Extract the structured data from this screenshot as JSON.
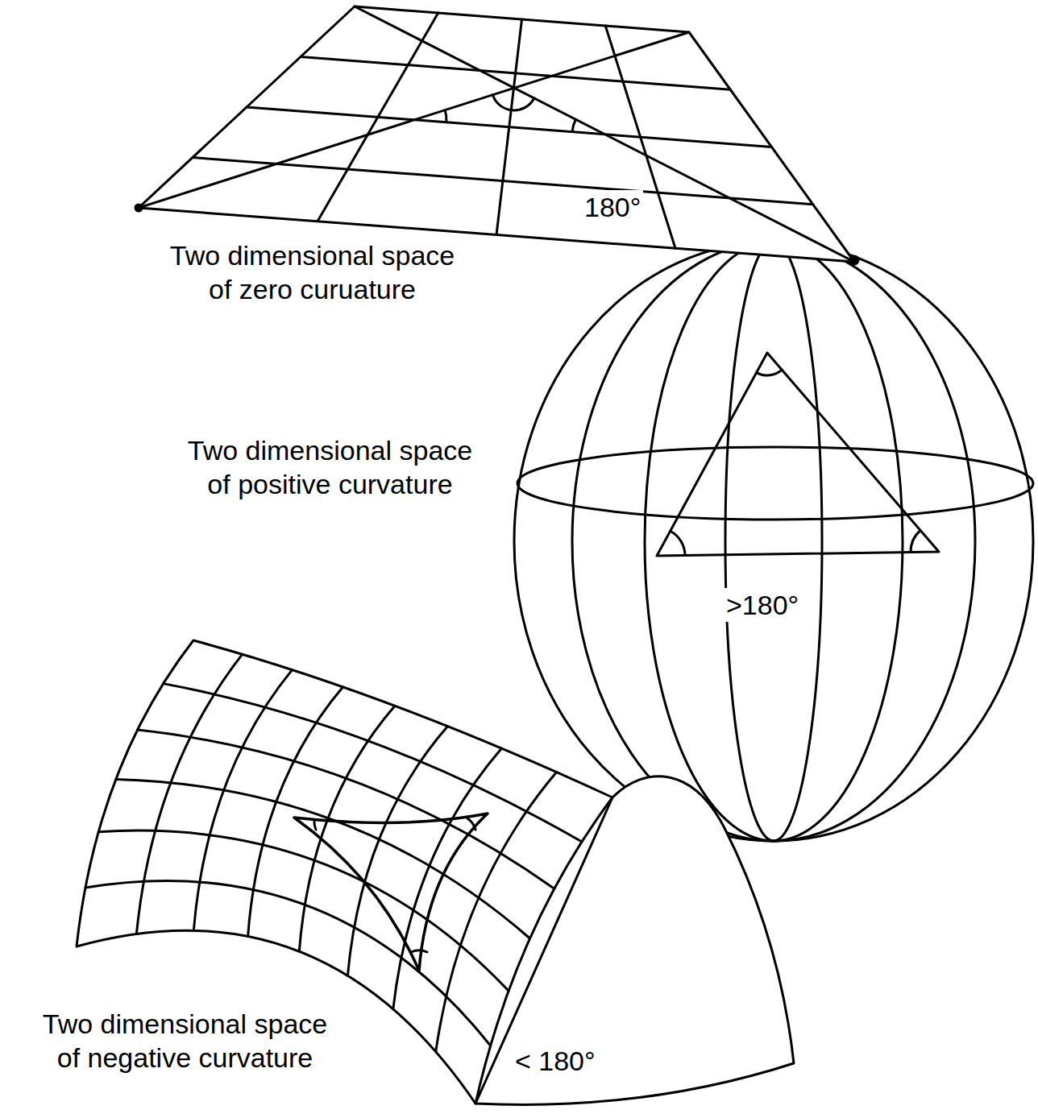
{
  "diagram": {
    "labels": [
      "Two dimensional space of zero curuature",
      "180°",
      "Two dimensional space of positive curvature",
      ">180°",
      "Two dimensional space of negative curvature",
      "< 180°"
    ]
  }
}
